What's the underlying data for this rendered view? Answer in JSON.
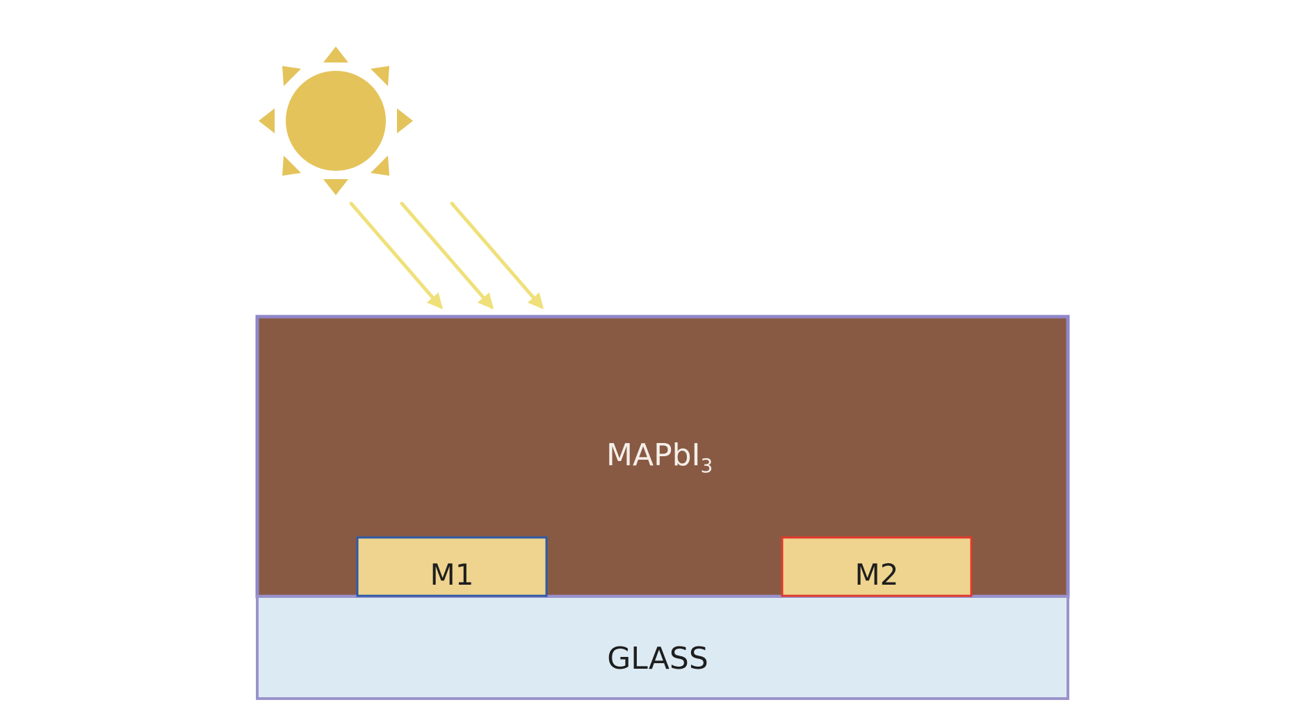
{
  "diagram": {
    "labels": {
      "perovskite": "MAPbI",
      "perovskite_subscript": "3",
      "electrode_1": "M1",
      "electrode_2": "M2",
      "substrate": "GLASS"
    },
    "colors": {
      "sun": "#E4C35A",
      "rays": "#EFE07A",
      "perovskite": "#885A43",
      "perovskite_border": "#8F87C8",
      "electrode_fill": "#EED48E",
      "electrode_1_border": "#2E5AA8",
      "electrode_2_border": "#E0392D",
      "glass": "#DCEBF3",
      "glass_border": "#9A93CC",
      "label_light": "#F6EFEA",
      "label_dark": "#1E1E1E"
    },
    "icons": [
      "sun-icon",
      "light-ray-arrows"
    ]
  }
}
